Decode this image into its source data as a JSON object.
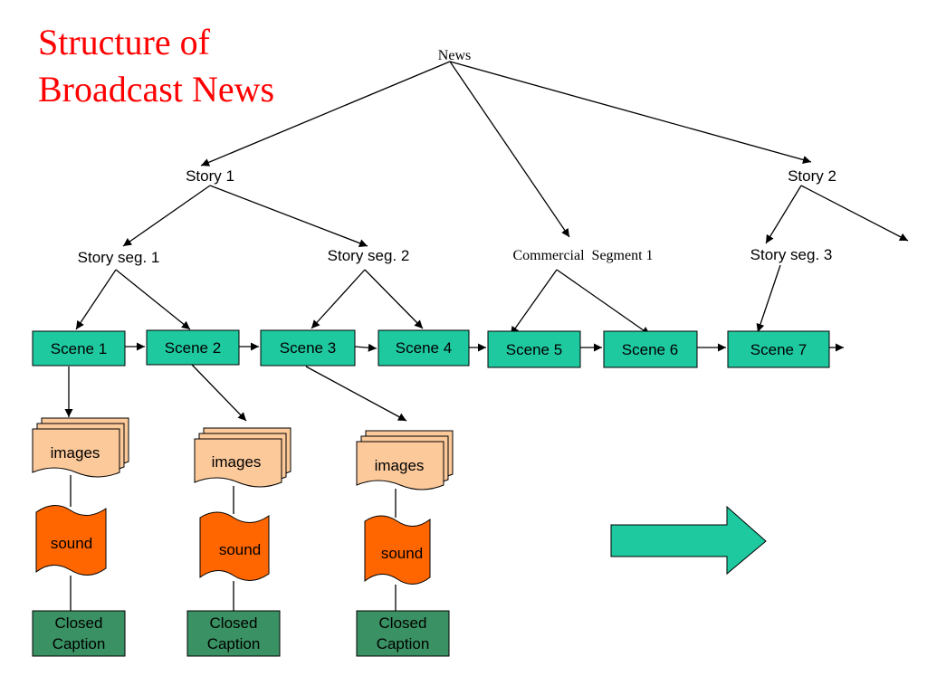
{
  "title": {
    "line1": "Structure of",
    "line2": "Broadcast News"
  },
  "colors": {
    "title": "#ff0000",
    "scene_fill": "#1fc9a0",
    "images_fill": "#fcc99a",
    "sound_fill": "#ff6600",
    "caption_fill": "#3a9163",
    "arrow_fill": "#1fc9a0"
  },
  "nodes": {
    "news": "News",
    "story1": "Story 1",
    "story2": "Story 2",
    "seg1": "Story seg. 1",
    "seg2": "Story seg. 2",
    "seg3": "Story seg. 3",
    "commercial": "Commercial  Segment 1"
  },
  "scenes": [
    "Scene 1",
    "Scene 2",
    "Scene 3",
    "Scene 4",
    "Scene 5",
    "Scene 6",
    "Scene 7"
  ],
  "media": {
    "images": "images",
    "sound": "sound",
    "caption_line1": "Closed",
    "caption_line2": "Caption"
  },
  "icons": {
    "big_arrow": "right-arrow-icon"
  }
}
